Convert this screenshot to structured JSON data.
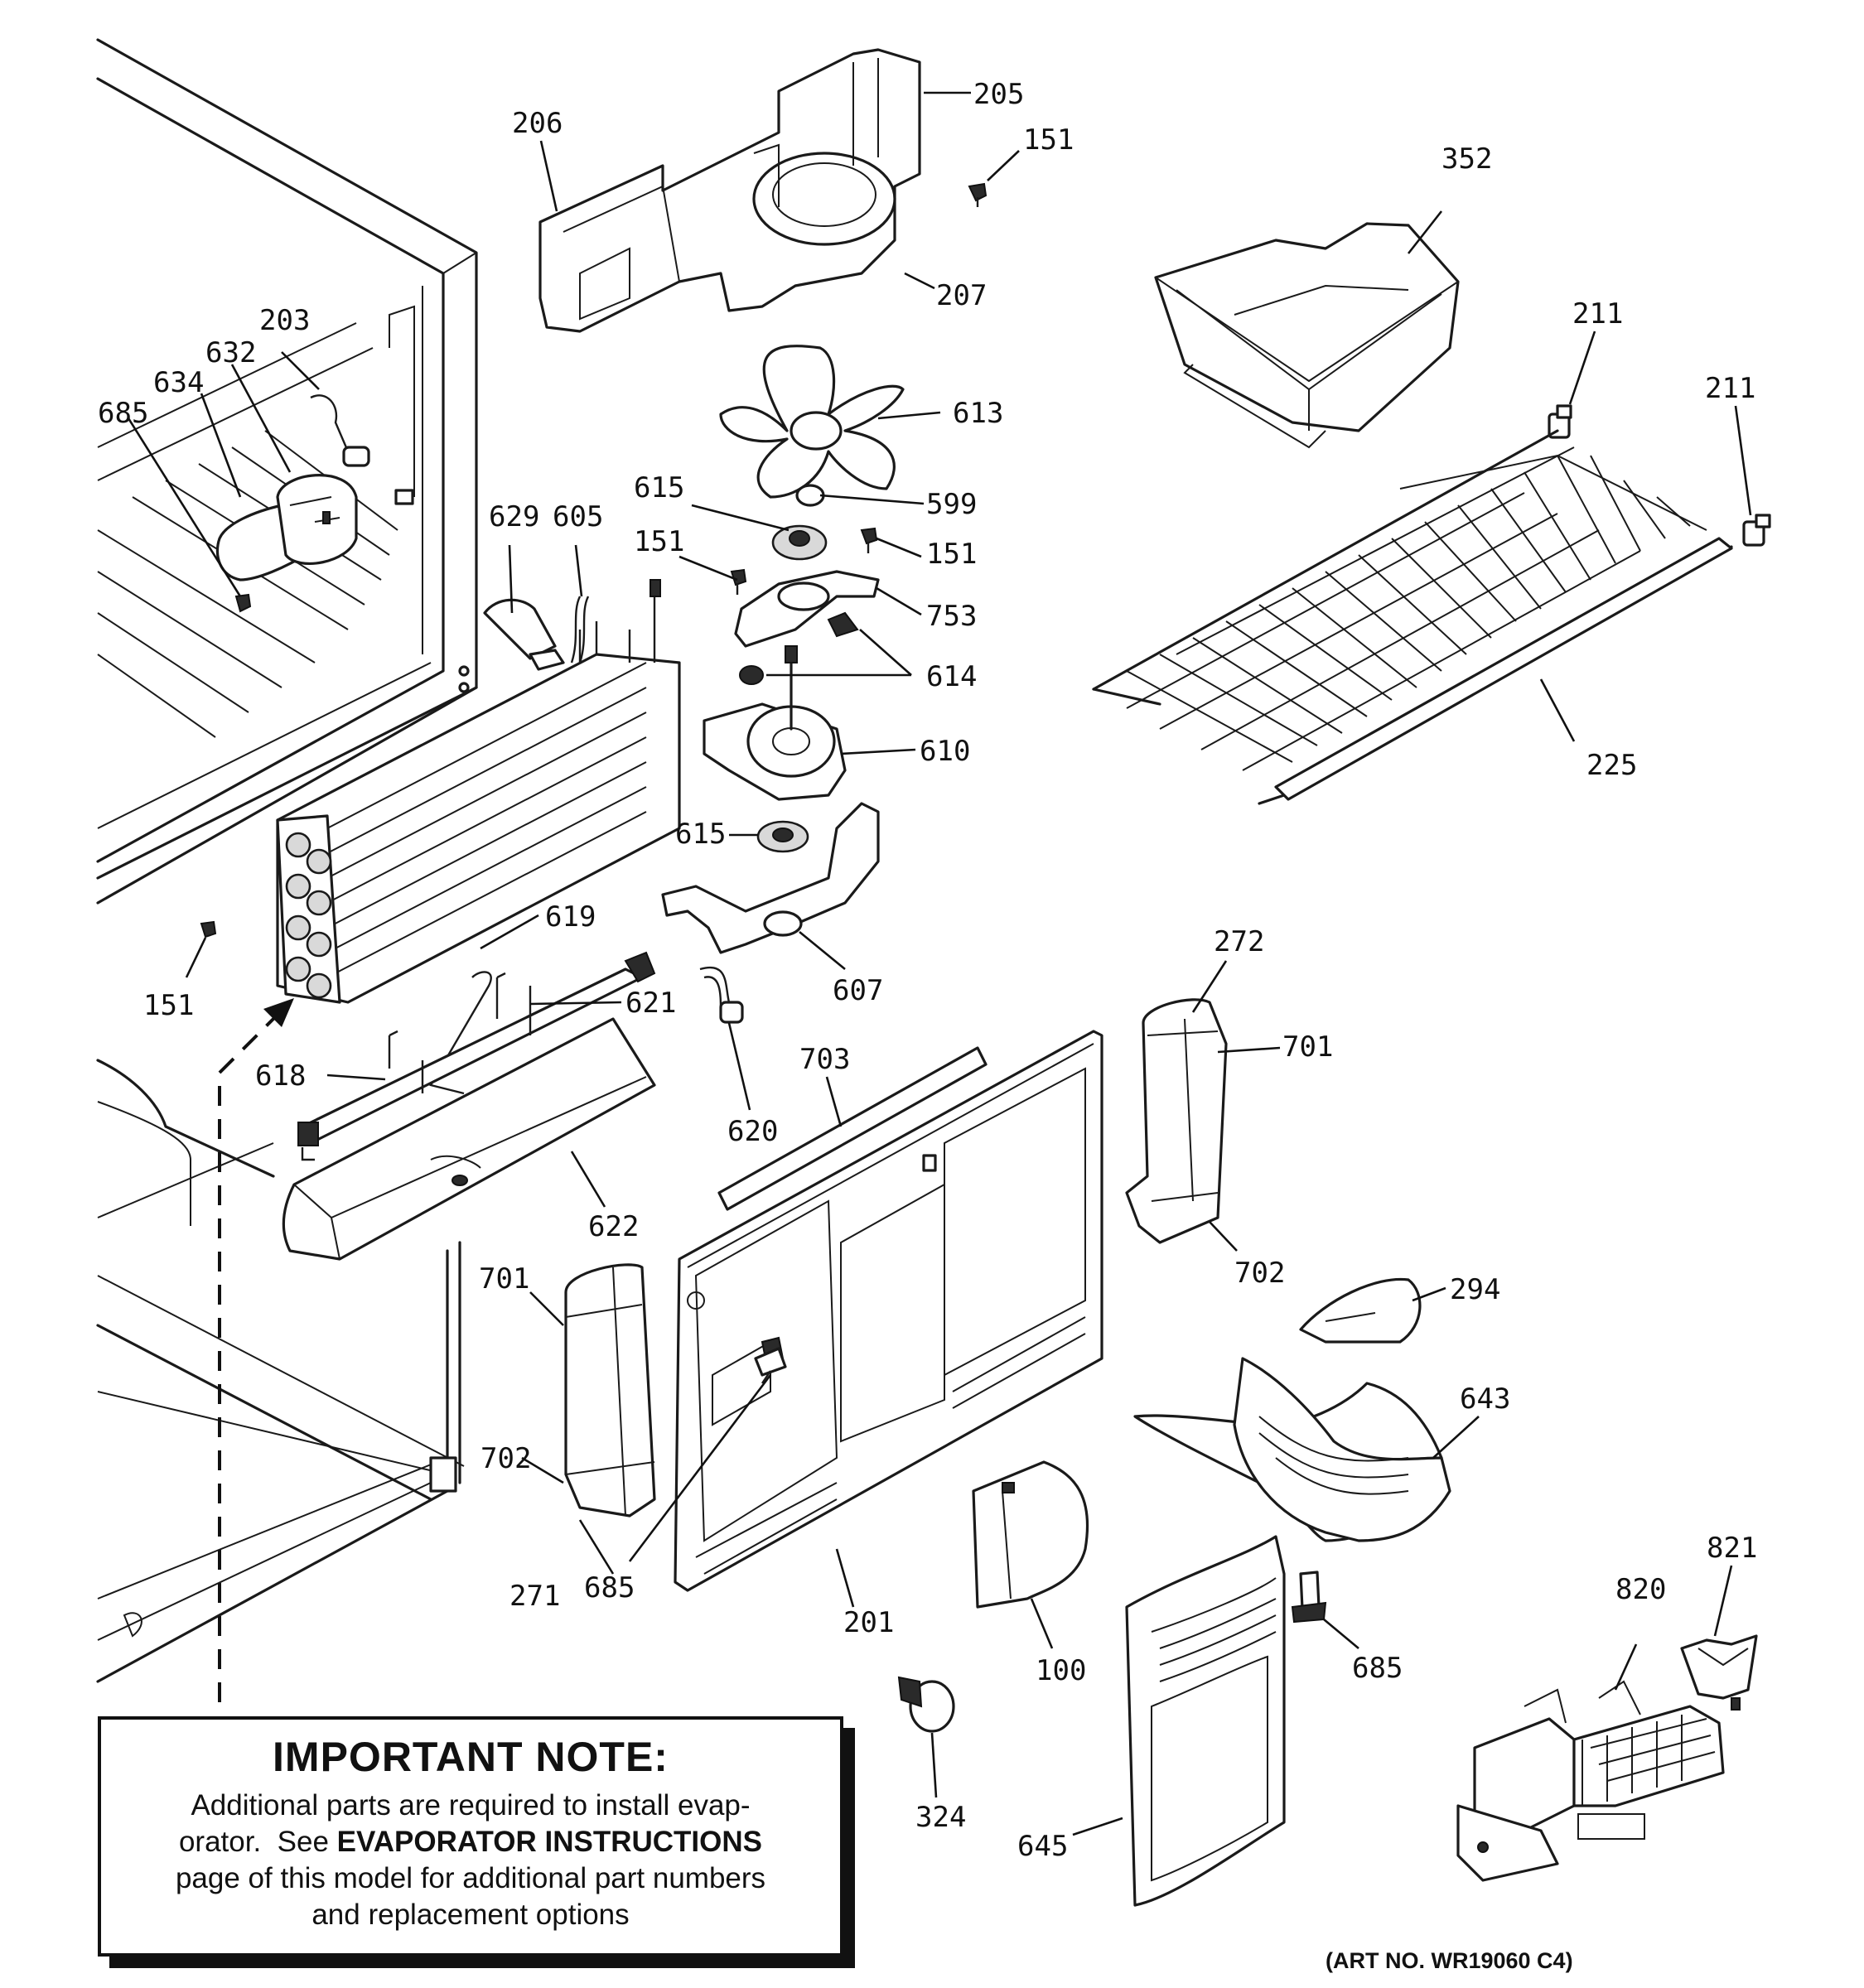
{
  "callouts": [
    {
      "id": "c205",
      "text": "205"
    },
    {
      "id": "c206",
      "text": "206"
    },
    {
      "id": "c151a",
      "text": "151"
    },
    {
      "id": "c207",
      "text": "207"
    },
    {
      "id": "c352",
      "text": "352"
    },
    {
      "id": "c211a",
      "text": "211"
    },
    {
      "id": "c211b",
      "text": "211"
    },
    {
      "id": "c203",
      "text": "203"
    },
    {
      "id": "c632",
      "text": "632"
    },
    {
      "id": "c634",
      "text": "634"
    },
    {
      "id": "c685a",
      "text": "685"
    },
    {
      "id": "c613",
      "text": "613"
    },
    {
      "id": "c629",
      "text": "629"
    },
    {
      "id": "c605",
      "text": "605"
    },
    {
      "id": "c615a",
      "text": "615"
    },
    {
      "id": "c599",
      "text": "599"
    },
    {
      "id": "c151b",
      "text": "151"
    },
    {
      "id": "c151c",
      "text": "151"
    },
    {
      "id": "c753",
      "text": "753"
    },
    {
      "id": "c614",
      "text": "614"
    },
    {
      "id": "c610",
      "text": "610"
    },
    {
      "id": "c225",
      "text": "225"
    },
    {
      "id": "c615b",
      "text": "615"
    },
    {
      "id": "c619",
      "text": "619"
    },
    {
      "id": "c151d",
      "text": "151"
    },
    {
      "id": "c607",
      "text": "607"
    },
    {
      "id": "c272",
      "text": "272"
    },
    {
      "id": "c621",
      "text": "621"
    },
    {
      "id": "c701a",
      "text": "701"
    },
    {
      "id": "c703",
      "text": "703"
    },
    {
      "id": "c618",
      "text": "618"
    },
    {
      "id": "c620",
      "text": "620"
    },
    {
      "id": "c622",
      "text": "622"
    },
    {
      "id": "c702a",
      "text": "702"
    },
    {
      "id": "c701b",
      "text": "701"
    },
    {
      "id": "c294",
      "text": "294"
    },
    {
      "id": "c643",
      "text": "643"
    },
    {
      "id": "c702b",
      "text": "702"
    },
    {
      "id": "c685b",
      "text": "685"
    },
    {
      "id": "c271",
      "text": "271"
    },
    {
      "id": "c201",
      "text": "201"
    },
    {
      "id": "c821",
      "text": "821"
    },
    {
      "id": "c820",
      "text": "820"
    },
    {
      "id": "c100",
      "text": "100"
    },
    {
      "id": "c685c",
      "text": "685"
    },
    {
      "id": "c324",
      "text": "324"
    },
    {
      "id": "c645",
      "text": "645"
    }
  ],
  "note": {
    "title": "IMPORTANT NOTE:",
    "line1": "Additional parts are required to install evap-",
    "line2_pre": "orator.  See ",
    "line2_bold": "EVAPORATOR INSTRUCTIONS",
    "line3": "page of this model for additional part numbers",
    "line4": "and replacement options"
  },
  "art_number": "(ART NO. WR19060 C4)"
}
